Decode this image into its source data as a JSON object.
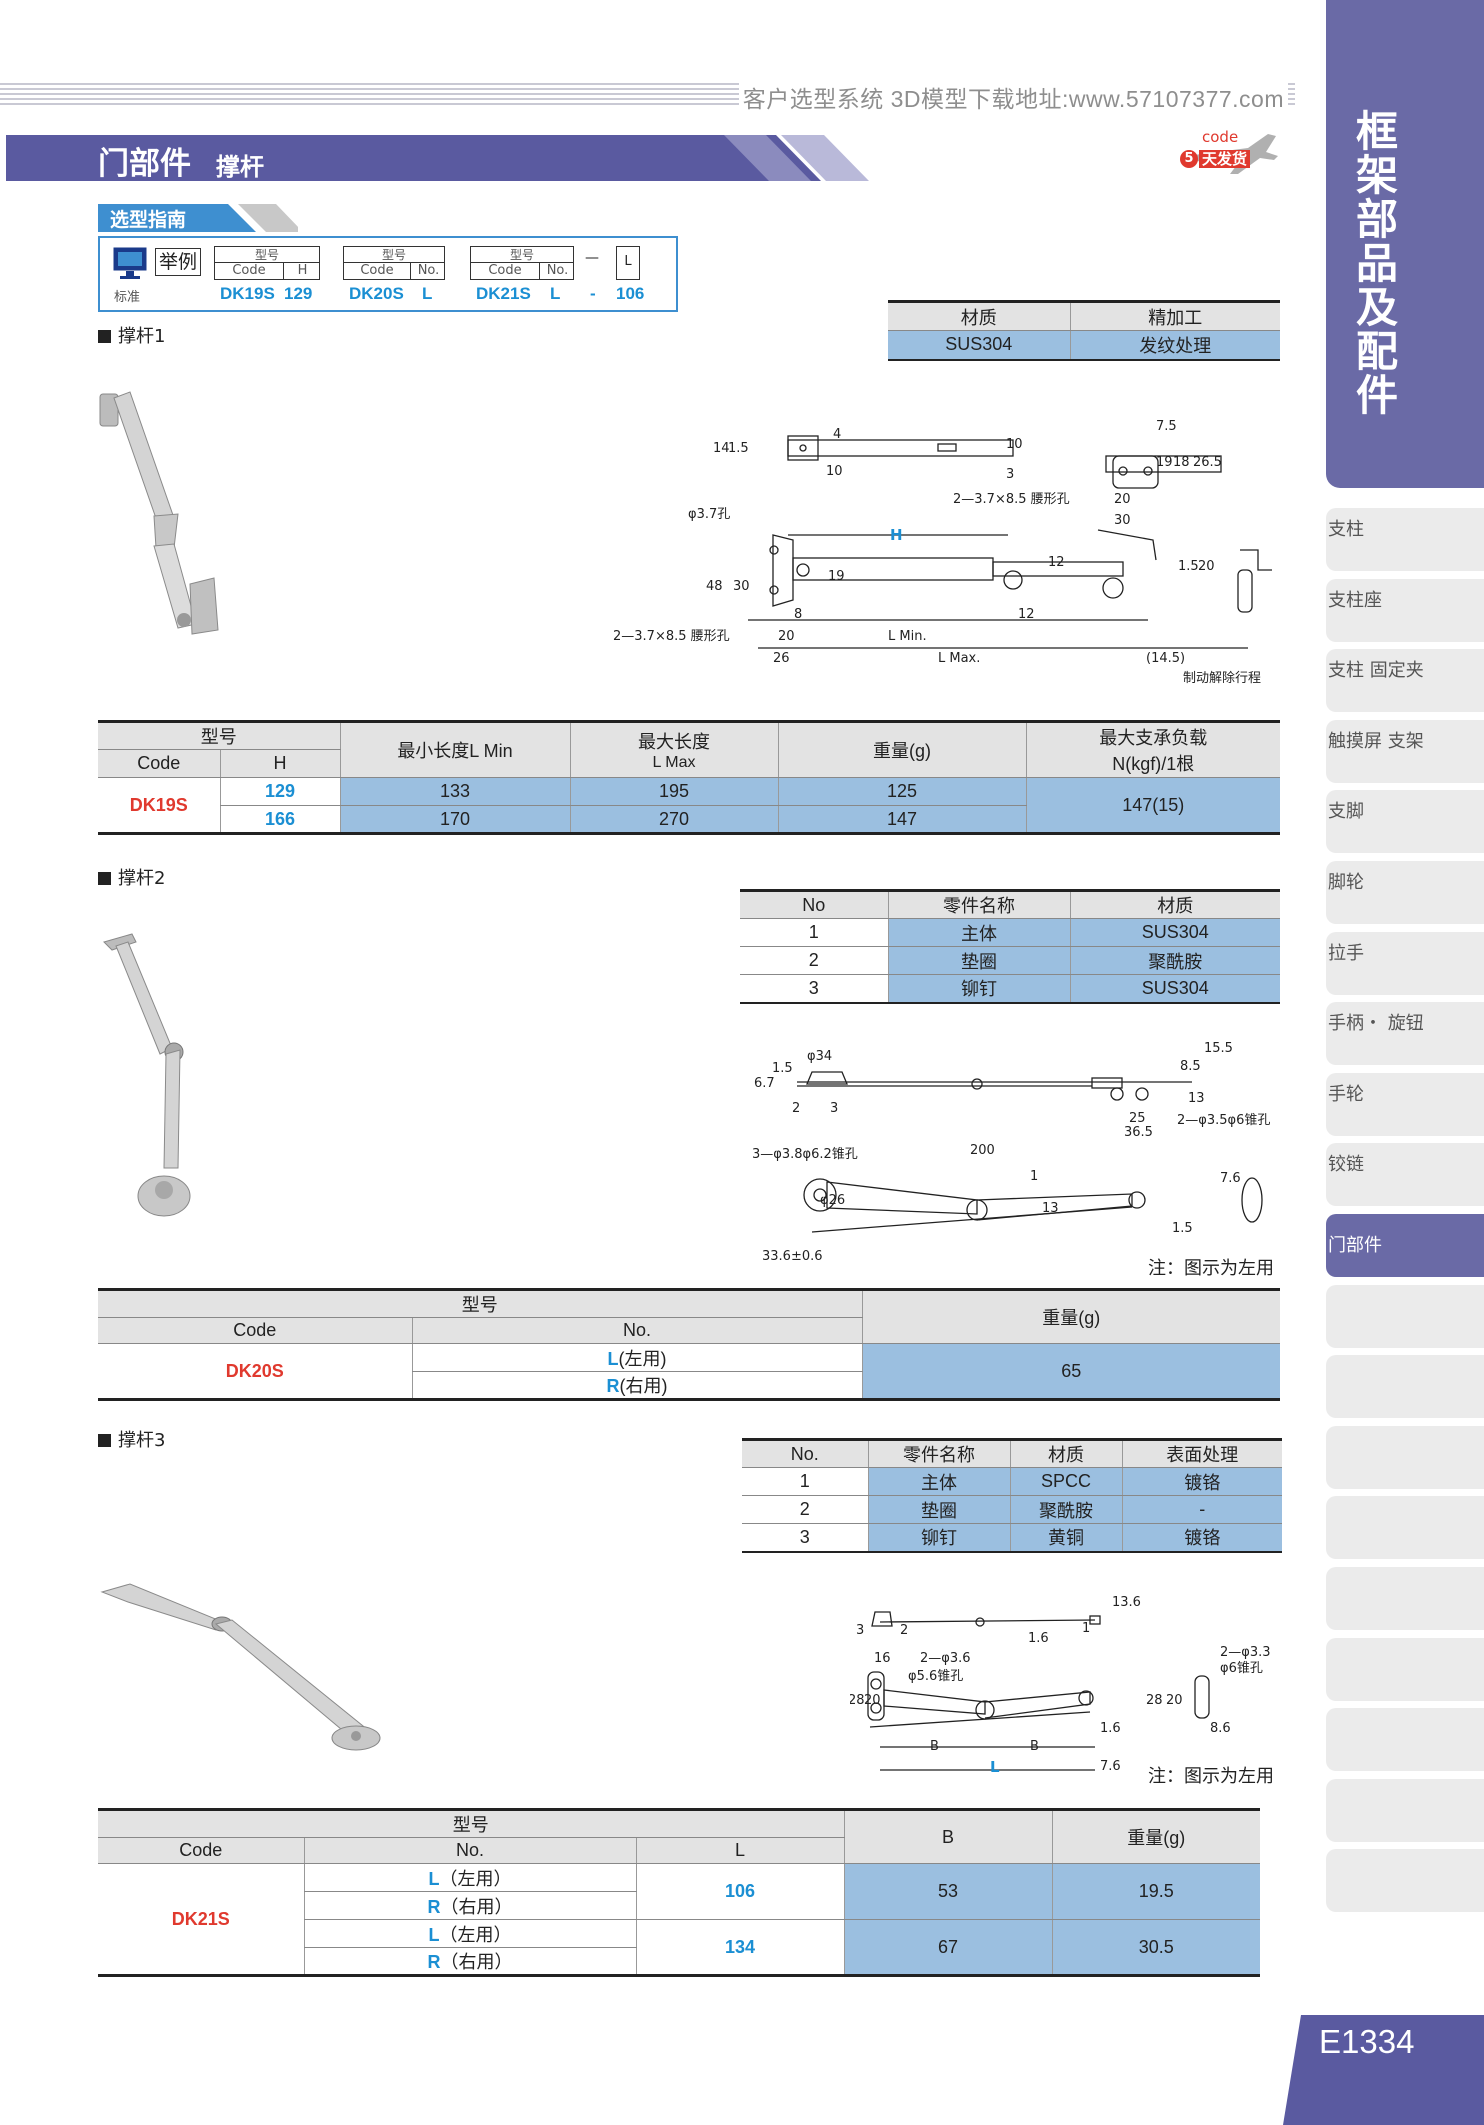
{
  "topbar": {
    "text": "客户选型系统 3D模型下载地址:www.57107377.com"
  },
  "header": {
    "category": "门部件",
    "title": "撑杆"
  },
  "badge": {
    "code": "code",
    "days_num": "5",
    "days_text": "天发货"
  },
  "sidebar": {
    "title": "框架部品及配件",
    "tabs": [
      "支柱",
      "支柱座",
      "支柱 固定夹",
      "触摸屏 支架",
      "支脚",
      "脚轮",
      "拉手",
      "手柄・ 旋钮",
      "手轮",
      "铰链",
      "门部件",
      "",
      "",
      "",
      "",
      "",
      "",
      "",
      "",
      ""
    ],
    "active_index": 10
  },
  "page_number": "E1334",
  "guide": {
    "label": "选型指南",
    "example": "举例",
    "standard": "标准",
    "groups": [
      {
        "hd": "型号",
        "c1": "Code",
        "c2": "H",
        "v1": "DK19S",
        "v2": "129"
      },
      {
        "hd": "型号",
        "c1": "Code",
        "c2": "No.",
        "v1": "DK20S",
        "v2": "L"
      },
      {
        "hd": "型号",
        "c1": "Code",
        "c2": "No.",
        "v1": "DK21S",
        "v2": "L"
      }
    ],
    "dash": "—",
    "extra_hd": "L",
    "extra_dash": "-",
    "extra_val": "106"
  },
  "section1": {
    "title": "撑杆1",
    "material_table": {
      "headers": [
        "材质",
        "精加工"
      ],
      "row": [
        "SUS304",
        "发纹处理"
      ]
    },
    "drawing": {
      "labels": [
        "14",
        "1.5",
        "4",
        "10",
        "10",
        "3",
        "7.5",
        "19",
        "18",
        "26.5",
        "2—3.7×8.5 腰形孔",
        "20",
        "30",
        "φ3.7孔",
        "H",
        "48",
        "30",
        "19",
        "8",
        "12",
        "12",
        "1.5",
        "20",
        "20",
        "L Min.",
        "26",
        "L Max.",
        "(14.5)",
        "2—3.7×8.5 腰形孔",
        "制动解除行程"
      ]
    },
    "spec_table": {
      "h_model": "型号",
      "h_code": "Code",
      "h_h": "H",
      "h_lmin": "最小长度L Min",
      "h_lmax1": "最大长度",
      "h_lmax2": "L Max",
      "h_weight": "重量(g)",
      "h_load1": "最大支承负载",
      "h_load2": "N(kgf)/1根",
      "code": "DK19S",
      "rows": [
        {
          "h": "129",
          "lmin": "133",
          "lmax": "195",
          "w": "125"
        },
        {
          "h": "166",
          "lmin": "170",
          "lmax": "270",
          "w": "147"
        }
      ],
      "load": "147(15)"
    }
  },
  "section2": {
    "title": "撑杆2",
    "parts_table": {
      "headers": [
        "No",
        "零件名称",
        "材质"
      ],
      "rows": [
        [
          "1",
          "主体",
          "SUS304"
        ],
        [
          "2",
          "垫圈",
          "聚酰胺"
        ],
        [
          "3",
          "铆钉",
          "SUS304"
        ]
      ]
    },
    "drawing": {
      "labels": [
        "φ34",
        "1.5",
        "6.7",
        "2",
        "3",
        "8.5",
        "15.5",
        "13",
        "25",
        "36.5",
        "2—φ3.5φ6锥孔",
        "3—φ3.8φ6.2锥孔",
        "200",
        "1",
        "φ26",
        "33.6±0.6",
        "13",
        "1.5",
        "7.6"
      ]
    },
    "note": "注：图示为左用",
    "spec_table": {
      "h_model": "型号",
      "h_code": "Code",
      "h_no": "No.",
      "h_weight": "重量(g)",
      "code": "DK20S",
      "rows": [
        {
          "no": "L",
          "side": "(左用)"
        },
        {
          "no": "R",
          "side": "(右用)"
        }
      ],
      "weight": "65"
    }
  },
  "section3": {
    "title": "撑杆3",
    "parts_table": {
      "headers": [
        "No.",
        "零件名称",
        "材质",
        "表面处理"
      ],
      "rows": [
        [
          "1",
          "主体",
          "SPCC",
          "镀铬"
        ],
        [
          "2",
          "垫圈",
          "聚酰胺",
          "-"
        ],
        [
          "3",
          "铆钉",
          "黄铜",
          "镀铬"
        ]
      ]
    },
    "drawing": {
      "labels": [
        "13.6",
        "3",
        "2",
        "1.6",
        "1",
        "16",
        "2—φ3.6",
        "φ5.6锥孔",
        "28",
        "20",
        "B",
        "B",
        "L",
        "1.6",
        "7.6",
        "2—φ3.3",
        "φ6锥孔",
        "28",
        "20",
        "8.6"
      ]
    },
    "note": "注：图示为左用",
    "spec_table": {
      "h_model": "型号",
      "h_code": "Code",
      "h_no": "No.",
      "h_l": "L",
      "h_b": "B",
      "h_weight": "重量(g)",
      "code": "DK21S",
      "groups": [
        {
          "l": "106",
          "b": "53",
          "w": "19.5",
          "rows": [
            {
              "no": "L",
              "side": "（左用）"
            },
            {
              "no": "R",
              "side": "（右用）"
            }
          ]
        },
        {
          "l": "134",
          "b": "67",
          "w": "30.5",
          "rows": [
            {
              "no": "L",
              "side": "（左用）"
            },
            {
              "no": "R",
              "side": "（右用）"
            }
          ]
        }
      ]
    }
  }
}
